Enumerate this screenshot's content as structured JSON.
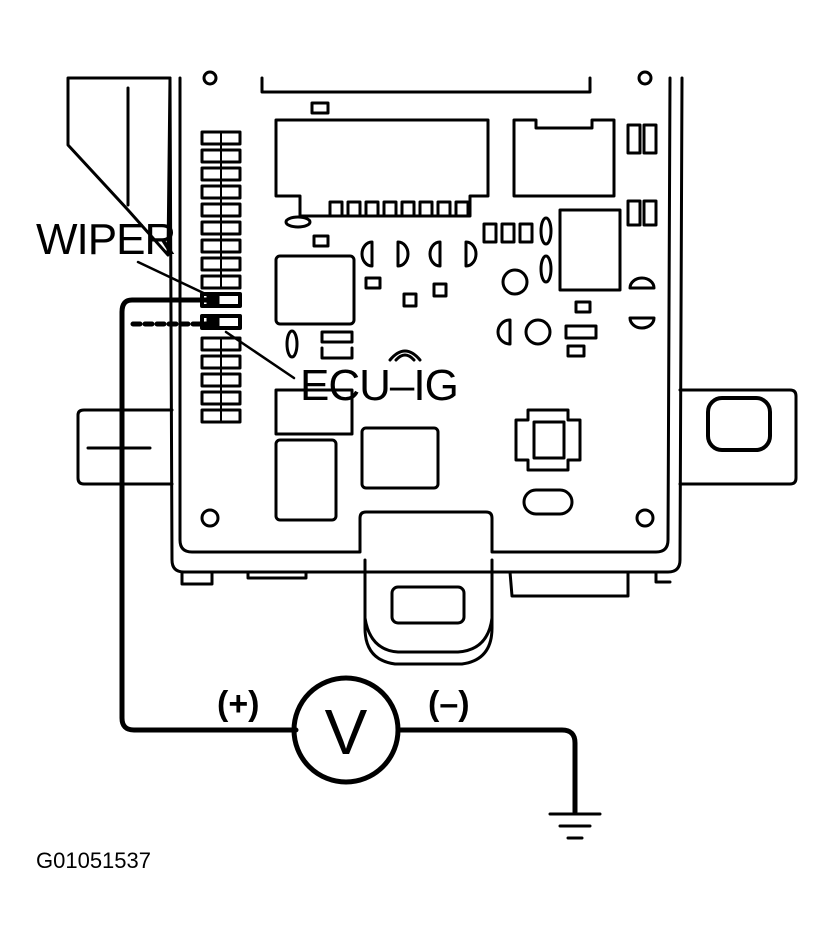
{
  "labels": {
    "wiper": "WIPER",
    "ecu_ig": "ECU–IG",
    "plus": "(+)",
    "minus": "(–)",
    "meter": "V",
    "figure_code": "G01051537"
  },
  "colors": {
    "ink": "#000000",
    "background": "#ffffff"
  }
}
